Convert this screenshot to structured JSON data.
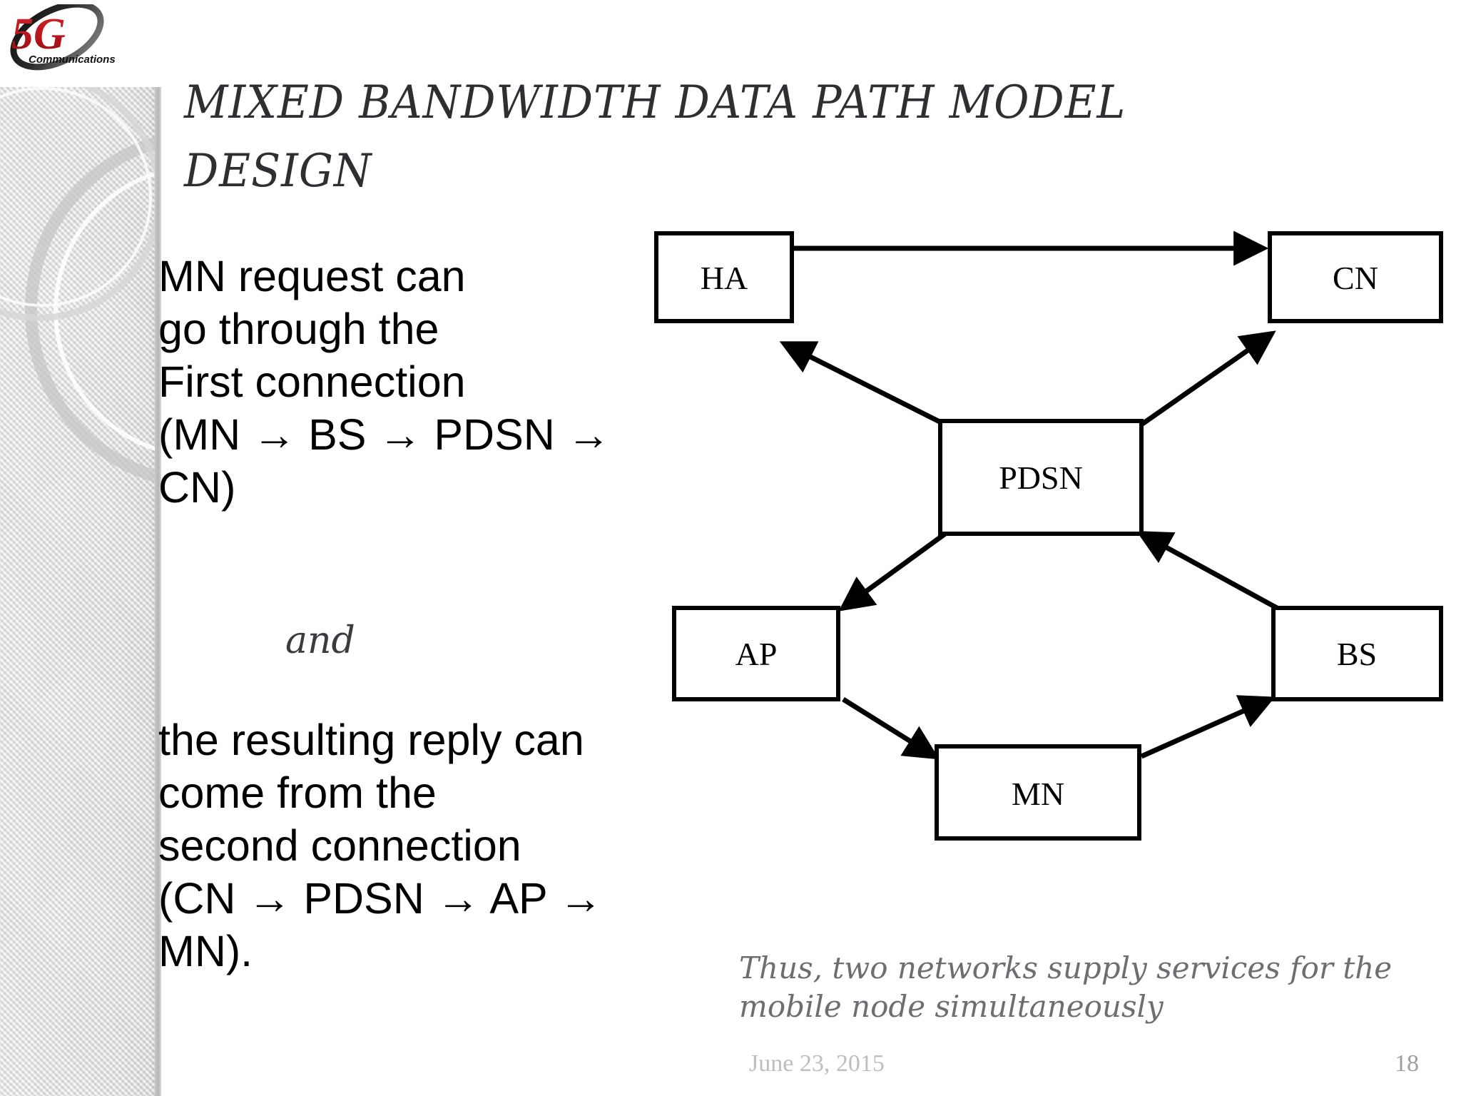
{
  "logo": {
    "mark": "5G",
    "tagline": "Communications"
  },
  "title": "MIXED BANDWIDTH DATA PATH MODEL DESIGN",
  "body": {
    "top": "MN request can\n go through the\nFirst connection\n(MN → BS → PDSN →\nCN)",
    "connector": "and",
    "bottom": "the resulting reply can\ncome from the\nsecond connection\n(CN → PDSN → AP →\nMN)."
  },
  "diagram": {
    "type": "node-link",
    "nodes": [
      {
        "id": "HA",
        "label": "HA"
      },
      {
        "id": "CN",
        "label": "CN"
      },
      {
        "id": "PDSN",
        "label": "PDSN"
      },
      {
        "id": "AP",
        "label": "AP"
      },
      {
        "id": "BS",
        "label": "BS"
      },
      {
        "id": "MN",
        "label": "MN"
      }
    ],
    "edges": [
      {
        "from": "HA",
        "to": "CN"
      },
      {
        "from": "PDSN",
        "to": "HA"
      },
      {
        "from": "PDSN",
        "to": "CN"
      },
      {
        "from": "PDSN",
        "to": "AP"
      },
      {
        "from": "BS",
        "to": "PDSN"
      },
      {
        "from": "AP",
        "to": "MN"
      },
      {
        "from": "MN",
        "to": "BS"
      }
    ]
  },
  "footer": {
    "note": "Thus, two networks supply services for the\nmobile node simultaneously",
    "date": "June 23, 2015",
    "page": "18"
  }
}
